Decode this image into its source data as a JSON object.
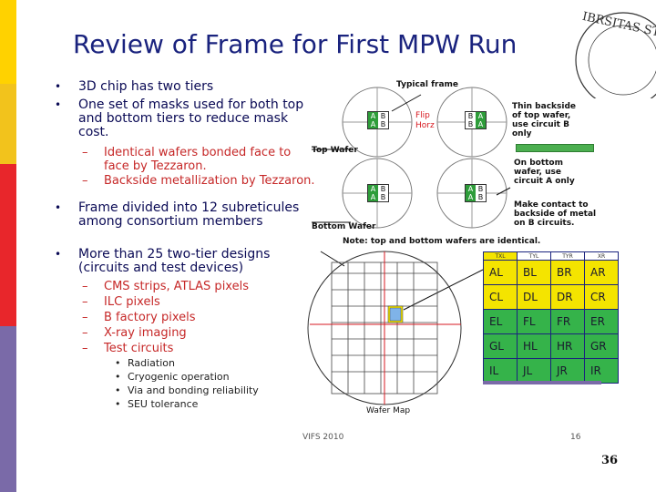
{
  "slide": {
    "title": "Review of Frame for First MPW Run",
    "seal_text": "IBRSITAS ST",
    "band_colors": [
      "#ffd200",
      "#f2c31c",
      "#e8262b",
      "#7a6aa8"
    ],
    "bullets": [
      "3D chip has two tiers",
      "One set of masks used for both top and bottom tiers to reduce mask cost.",
      "Frame divided into 12 subreticules among consortium members",
      "More than 25 two-tier designs (circuits and test devices)"
    ],
    "sub_mask": [
      "Identical wafers bonded face to face by Tezzaron.",
      "Backside metallization by Tezzaron."
    ],
    "sub_designs": [
      "CMS strips, ATLAS pixels",
      "ILC pixels",
      "B factory pixels",
      "X-ray imaging",
      "Test circuits"
    ],
    "sub_test": [
      "Radiation",
      "Cryogenic operation",
      "Via and bonding reliability",
      "SEU tolerance"
    ]
  },
  "figure": {
    "typical_frame": "Typical frame",
    "flip": "Flip",
    "horz": "Horz",
    "top_wafer": "Top Wafer",
    "bottom_wafer": "Bottom Wafer",
    "note": "Note: top and bottom wafers are identical.",
    "thin_backside": "Thin backside of top wafer, use circuit B only",
    "on_bottom": "On bottom wafer, use circuit A only",
    "make_contact": "Make contact to backside of metal on B circuits.",
    "wafer_map": "Wafer Map",
    "chip_letters": {
      "a": "A",
      "b": "B"
    },
    "reticle_headers": [
      "TXL",
      "TYL",
      "TYR",
      "XR"
    ],
    "reticle_rows": [
      [
        "AL",
        "BL",
        "BR",
        "AR"
      ],
      [
        "CL",
        "DL",
        "DR",
        "CR"
      ],
      [
        "EL",
        "FL",
        "FR",
        "ER"
      ],
      [
        "GL",
        "HL",
        "HR",
        "GR"
      ],
      [
        "IL",
        "JL",
        "JR",
        "IR"
      ]
    ],
    "accent_colors": {
      "green": "#35b34a",
      "yellow": "#f4e400",
      "red": "#d71920"
    }
  },
  "footer": {
    "left": "VIFS 2010",
    "right": "16",
    "page": "36"
  }
}
